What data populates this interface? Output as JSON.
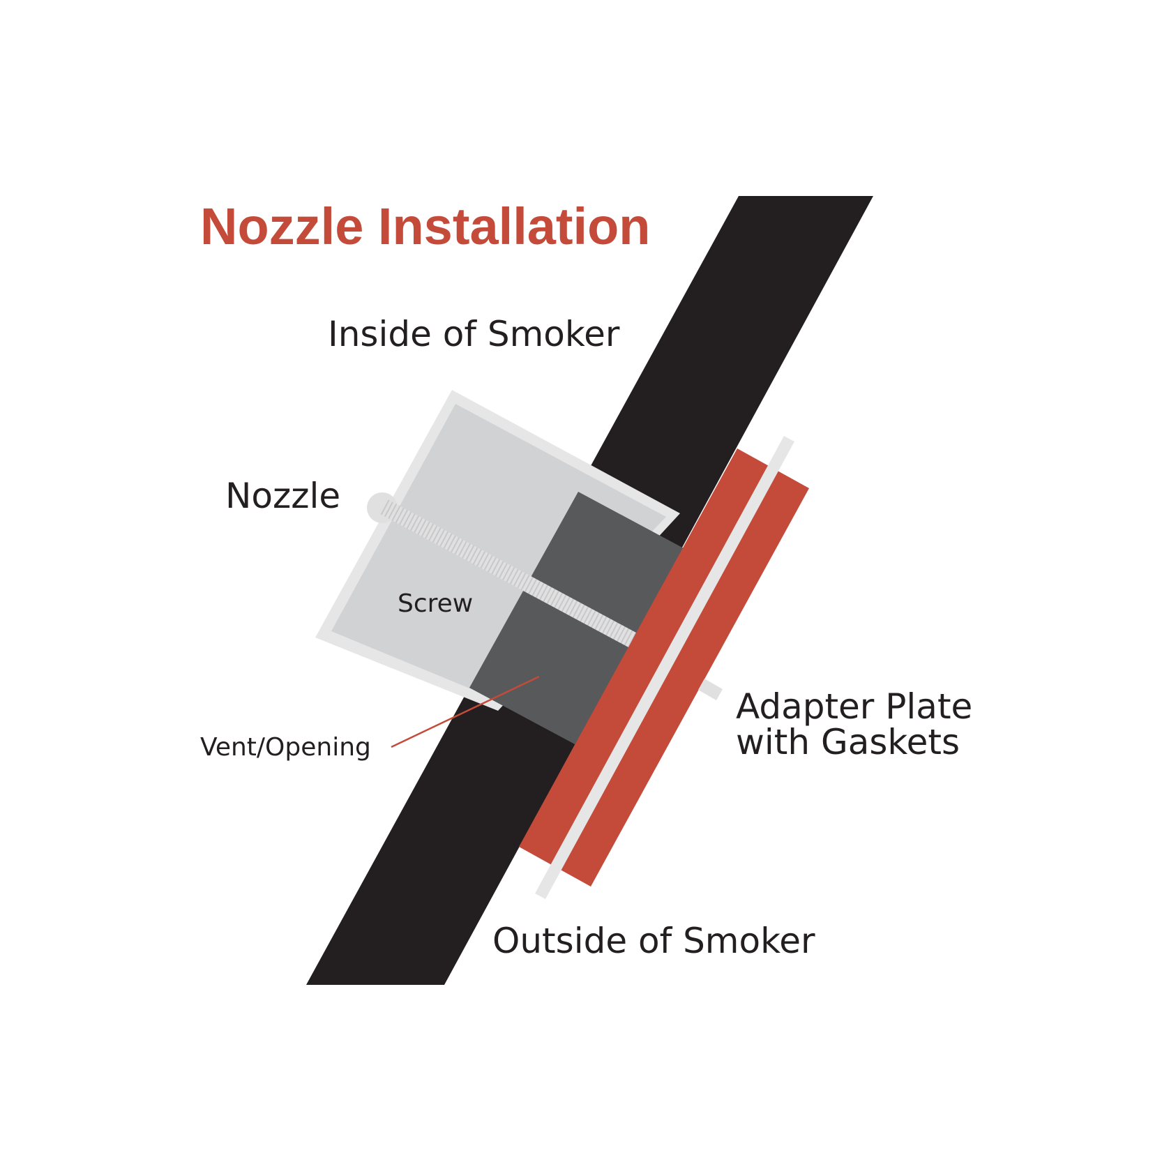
{
  "title": "Nozzle Installation",
  "labels": {
    "inside": "Inside of Smoker",
    "nozzle": "Nozzle",
    "screw": "Screw",
    "vent": "Vent/Opening",
    "adapter_line1": "Adapter Plate",
    "adapter_line2": "with Gaskets",
    "outside": "Outside of Smoker"
  },
  "colors": {
    "title": "#c44b3a",
    "smoker_wall": "#231f20",
    "gasket": "#c44b3a",
    "adapter_plate": "#e6e6e7",
    "nozzle_body": "#d1d2d4",
    "nozzle_border": "#e6e6e7",
    "vent_overlay": "#58595b",
    "screw": "#e0e0e1",
    "leader_line": "#c44b3a",
    "label_text": "#231f20"
  }
}
